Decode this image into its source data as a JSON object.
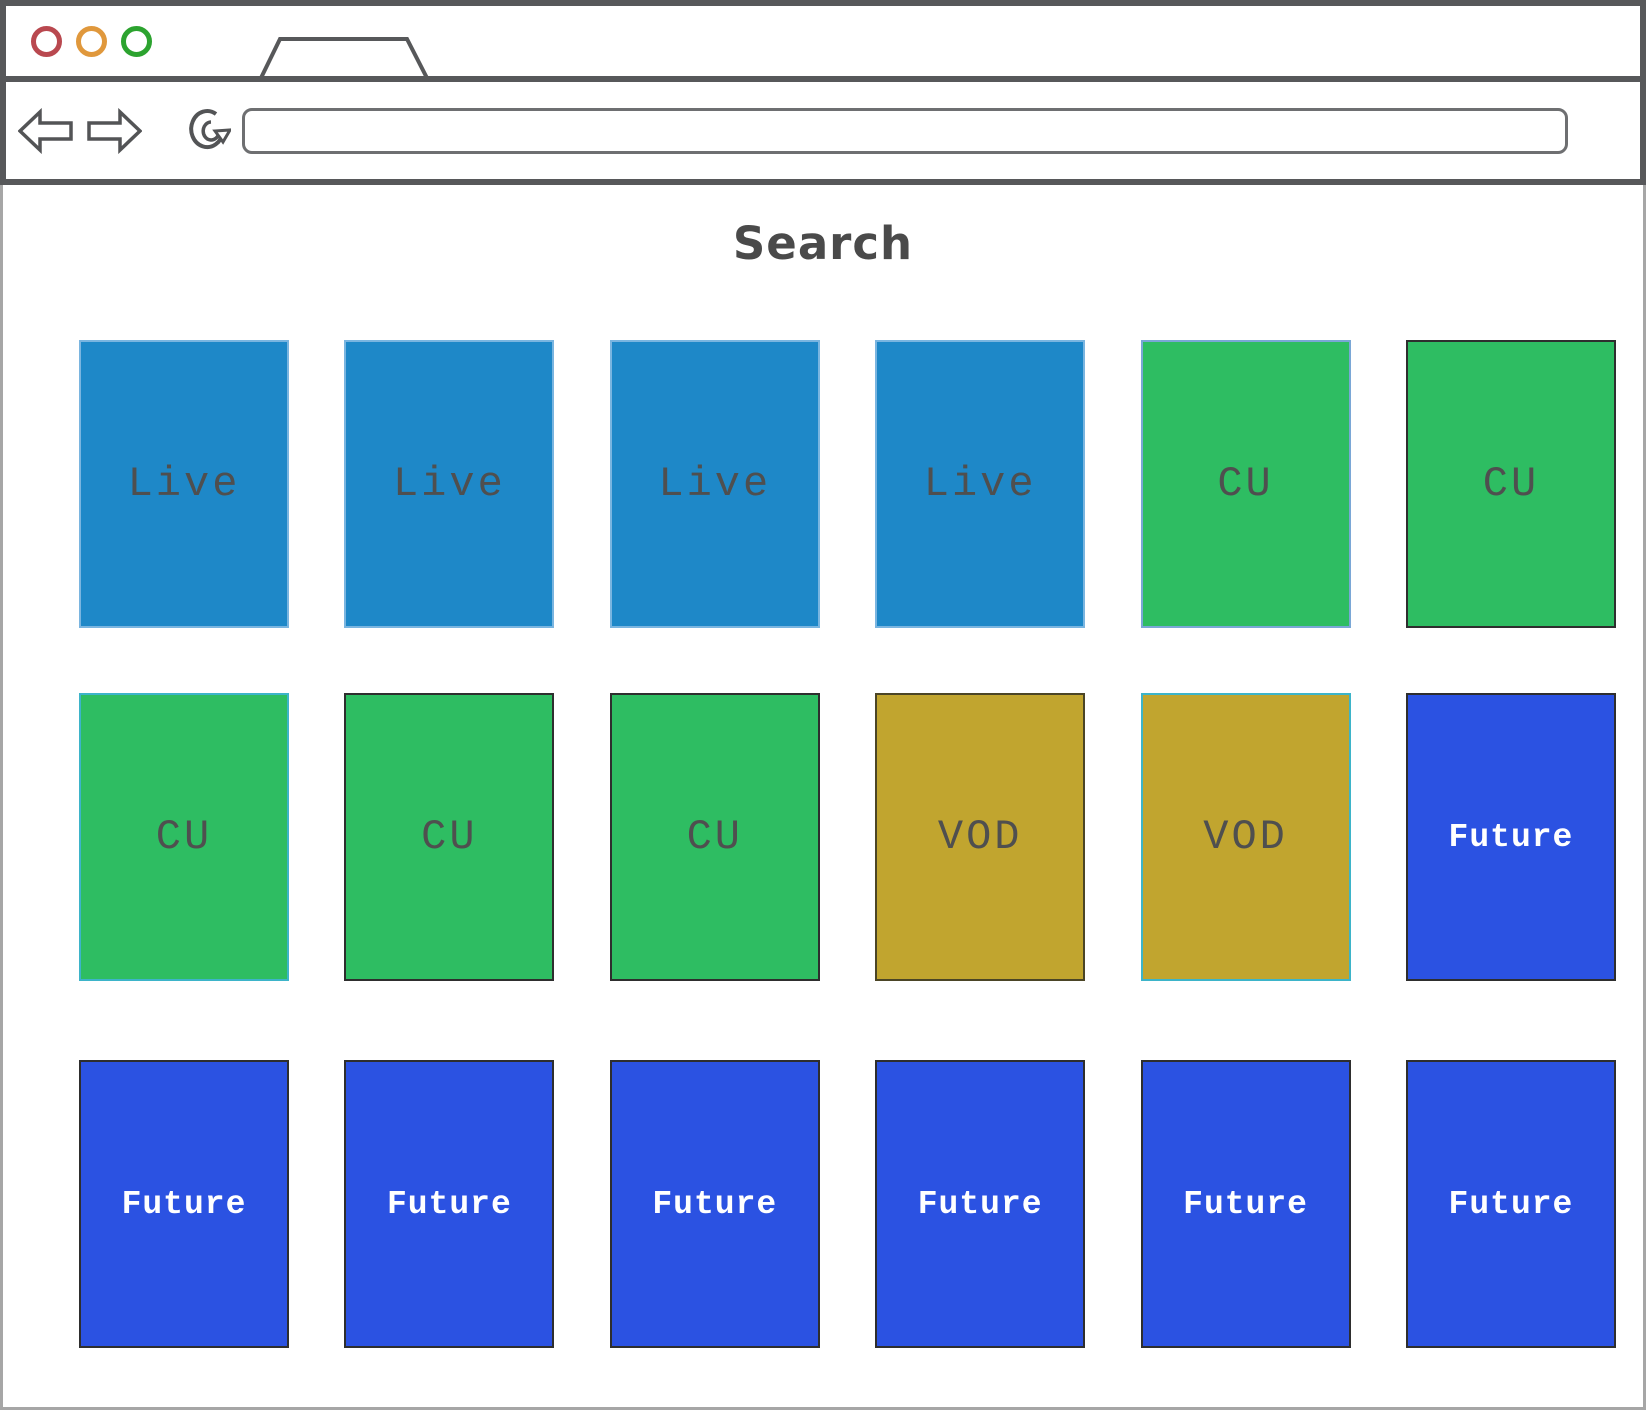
{
  "window": {
    "traffic_lights": [
      {
        "name": "close-button",
        "color": "#b9484f"
      },
      {
        "name": "minimize-button",
        "color": "#e0983c"
      },
      {
        "name": "maximize-button",
        "color": "#2ca32f"
      }
    ],
    "chrome_border_color": "#57585a",
    "nav": {
      "url_value": "",
      "url_placeholder": ""
    }
  },
  "page": {
    "title": "Search",
    "card_types": {
      "live": {
        "label": "Live",
        "bg": "#1e88c8",
        "text": "#4f4f4f"
      },
      "cu": {
        "label": "CU",
        "bg": "#2ebd62",
        "text": "#4f4f4f"
      },
      "vod": {
        "label": "VOD",
        "bg": "#c1a52f",
        "text": "#4f4f4f"
      },
      "future": {
        "label": "Future",
        "bg": "#2b52e2",
        "text": "#ffffff"
      }
    },
    "border_styles": {
      "lightblue": "#7ab5e0",
      "steelblue": "#7aa7d6",
      "dark": "#2e2e2e",
      "cyan": "#3db4c9",
      "darkgold": "#4b4526"
    },
    "rows": [
      {
        "cards": [
          {
            "type": "live",
            "border": "lightblue"
          },
          {
            "type": "live",
            "border": "lightblue"
          },
          {
            "type": "live",
            "border": "lightblue"
          },
          {
            "type": "live",
            "border": "lightblue"
          },
          {
            "type": "cu",
            "border": "steelblue"
          },
          {
            "type": "cu",
            "border": "dark"
          }
        ]
      },
      {
        "cards": [
          {
            "type": "cu",
            "border": "cyan"
          },
          {
            "type": "cu",
            "border": "dark"
          },
          {
            "type": "cu",
            "border": "dark"
          },
          {
            "type": "vod",
            "border": "darkgold"
          },
          {
            "type": "vod",
            "border": "cyan"
          },
          {
            "type": "future",
            "border": "dark"
          }
        ]
      },
      {
        "cards": [
          {
            "type": "future",
            "border": "dark"
          },
          {
            "type": "future",
            "border": "dark"
          },
          {
            "type": "future",
            "border": "dark"
          },
          {
            "type": "future",
            "border": "dark"
          },
          {
            "type": "future",
            "border": "dark"
          },
          {
            "type": "future",
            "border": "dark"
          }
        ]
      }
    ]
  }
}
